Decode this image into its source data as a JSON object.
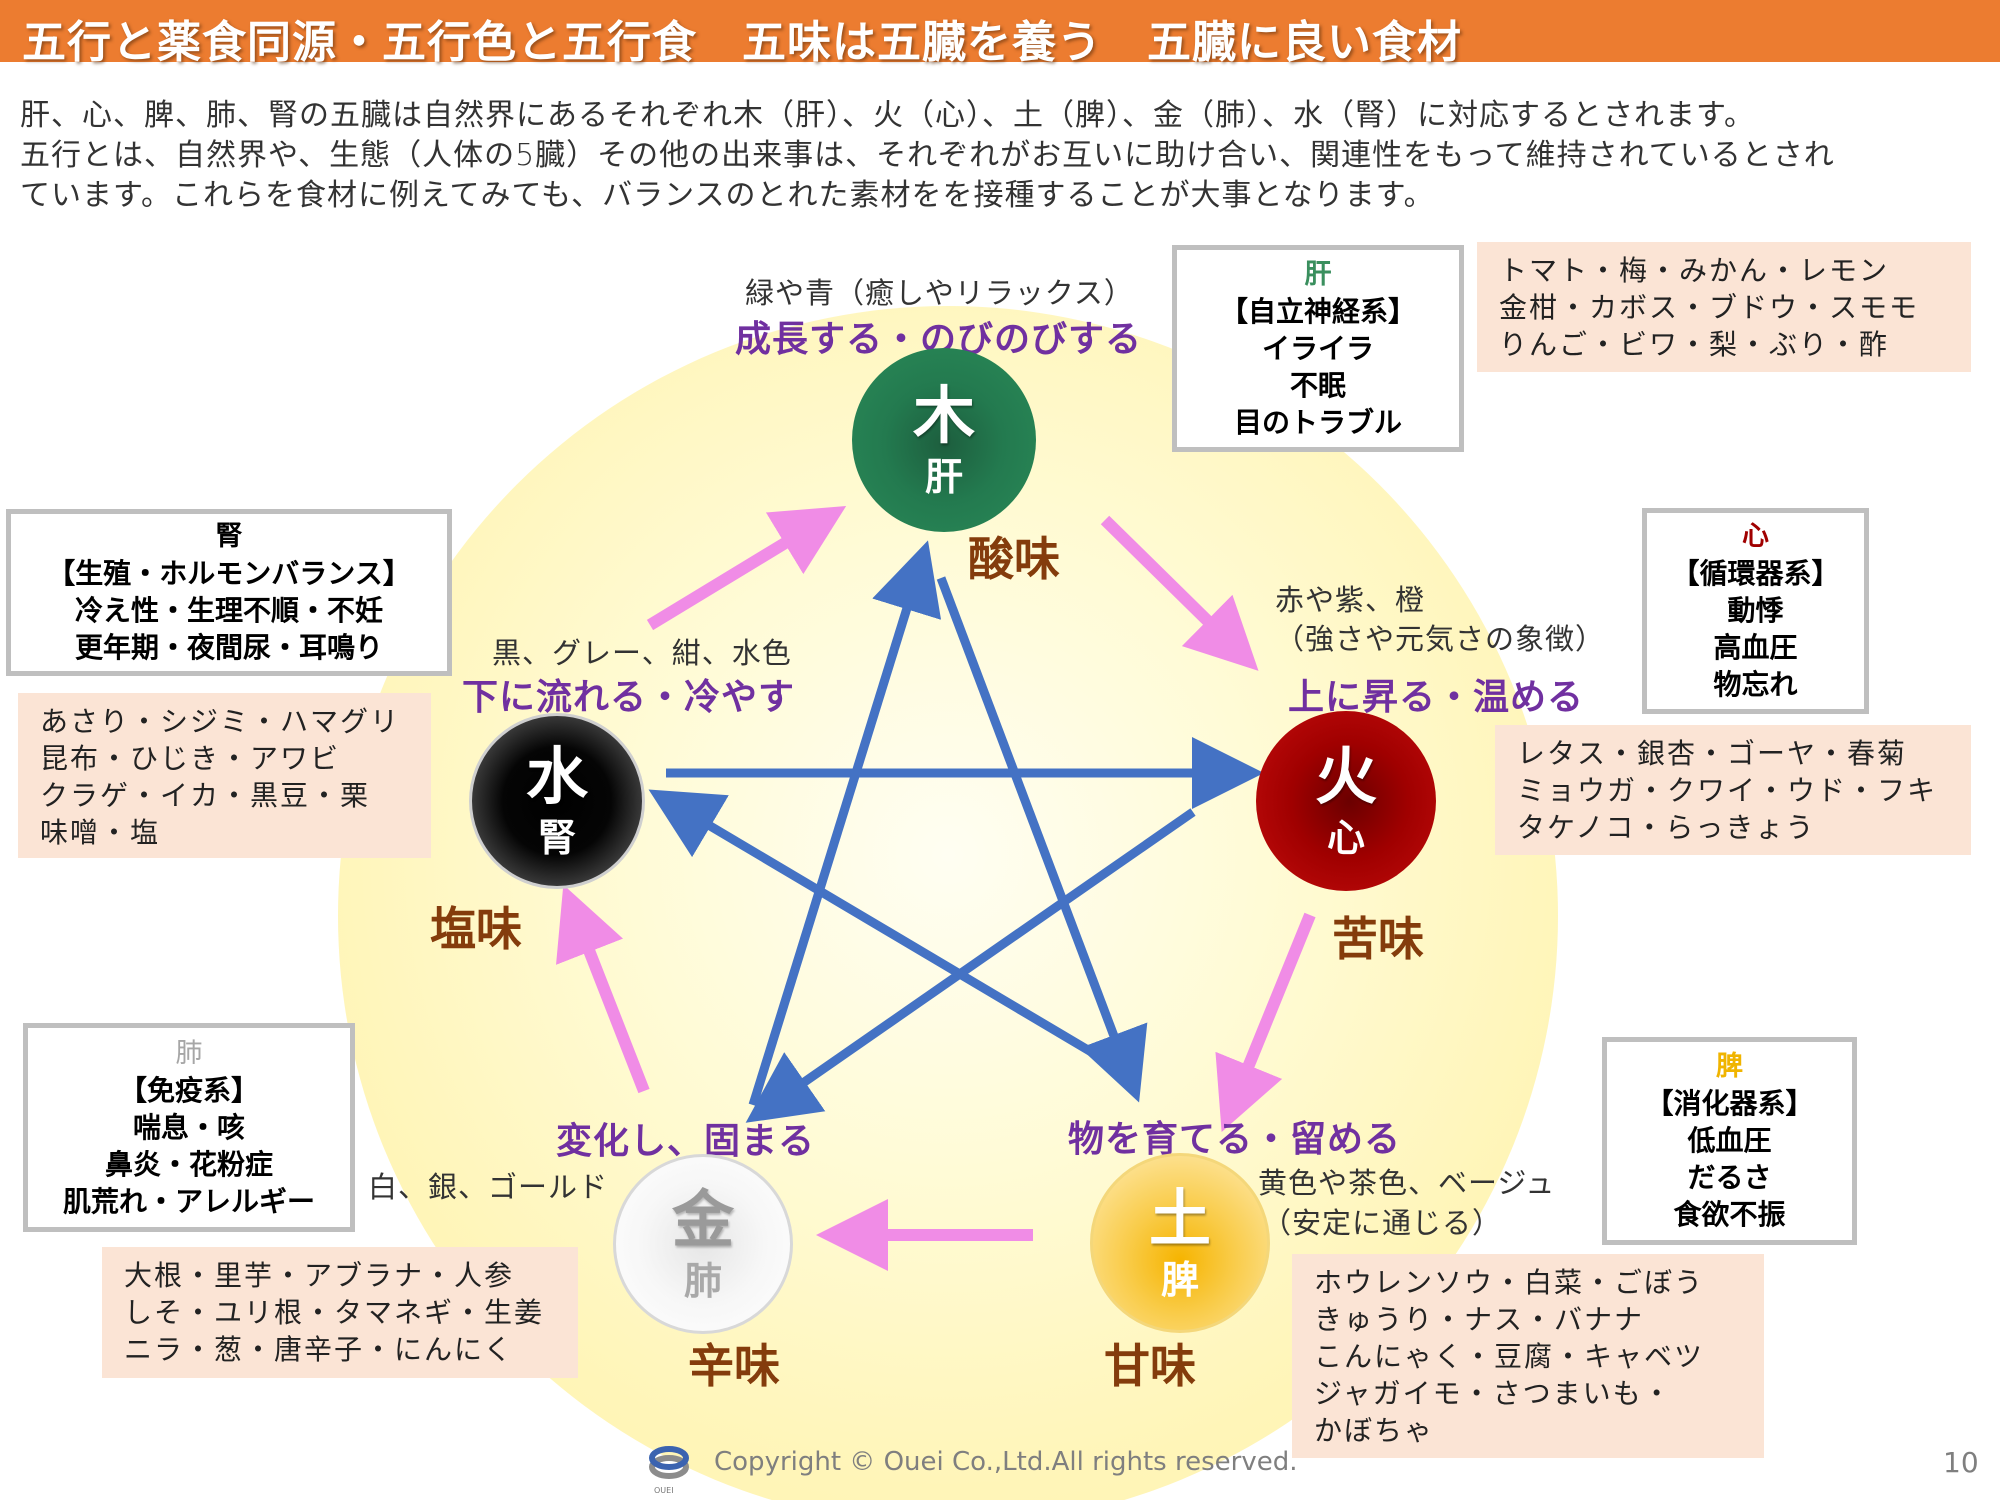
{
  "header": {
    "title": "五行と薬食同源・五行色と五行食　五味は五臓を養う　五臓に良い食材",
    "color": "#ec7c30"
  },
  "intro": {
    "lines": [
      "肝、心、脾、肺、腎の五臓は自然界にあるそれぞれ木（肝）、火（心）、土（脾）、金（肺）、水（腎）に対応するとされます。",
      "五行とは、自然界や、生態（人体の5臓）その他の出来事は、それぞれがお互いに助け合い、関連性をもって維持されているとされ",
      "ています。これらを食材に例えてみても、バランスのとれた素材をを接種することが大事となります。"
    ]
  },
  "elements": {
    "wood": {
      "element": "木",
      "organ": "肝",
      "taste": "酸味",
      "color_note": "緑や青（癒しやリラックス）",
      "action": "成長する・のびのびする",
      "circle_color": "#237a4f",
      "symptoms": {
        "organ": "肝",
        "organ_color": "#3a8f5e",
        "lines": [
          "【自立神経系】",
          "イライラ",
          "不眠",
          "目のトラブル"
        ]
      },
      "foods": [
        "トマト・梅・みかん・レモン",
        "金柑・カボス・ブドウ・スモモ",
        "りんご・ビワ・梨・ぶり・酢"
      ]
    },
    "fire": {
      "element": "火",
      "organ": "心",
      "taste": "苦味",
      "color_note_lines": [
        "赤や紫、橙",
        "（強さや元気さの象徴）"
      ],
      "action": "上に昇る・温める",
      "circle_color": "#a00000",
      "symptoms": {
        "organ": "心",
        "organ_color": "#a00000",
        "lines": [
          "【循環器系】",
          "動悸",
          "高血圧",
          "物忘れ"
        ]
      },
      "foods": [
        "レタス・銀杏・ゴーヤ・春菊",
        "ミョウガ・クワイ・ウド・フキ",
        "タケノコ・らっきょう"
      ]
    },
    "earth": {
      "element": "土",
      "organ": "脾",
      "taste": "甘味",
      "color_note_lines": [
        "黄色や茶色、ベージュ",
        "（安定に通じる）"
      ],
      "action": "物を育てる・留める",
      "circle_color": "#f6b400",
      "symptoms": {
        "organ": "脾",
        "organ_color": "#f0b400",
        "lines": [
          "【消化器系】",
          "低血圧",
          "だるさ",
          "食欲不振"
        ]
      },
      "foods": [
        "ホウレンソウ・白菜・ごぼう",
        "きゅうり・ナス・バナナ",
        "こんにゃく・豆腐・キャベツ",
        "ジャガイモ・さつまいも・",
        "かぼちゃ"
      ]
    },
    "metal": {
      "element": "金",
      "organ": "肺",
      "taste": "辛味",
      "color_note": "白、銀、ゴールド",
      "action": "変化し、固まる",
      "circle_color": "#f2f2f2",
      "symptoms": {
        "organ": "肺",
        "organ_color": "#a6a6a6",
        "lines": [
          "【免疫系】",
          "喘息・咳",
          "鼻炎・花粉症",
          "肌荒れ・アレルギー"
        ]
      },
      "foods": [
        "大根・里芋・アブラナ・人参",
        "しそ・ユリ根・タマネギ・生姜",
        "ニラ・葱・唐辛子・にんにく"
      ]
    },
    "water": {
      "element": "水",
      "organ": "腎",
      "taste": "塩味",
      "color_note": "黒、グレー、紺、水色",
      "action": "下に流れる・冷やす",
      "circle_color": "#000000",
      "symptoms": {
        "organ": "腎",
        "organ_color": "#000000",
        "lines": [
          "【生殖・ホルモンバランス】",
          "冷え性・生理不順・不妊",
          "更年期・夜間尿・耳鳴り"
        ]
      },
      "foods": [
        "あさり・シジミ・ハマグリ",
        "昆布・ひじき・アワビ",
        "クラゲ・イカ・黒豆・栗",
        "味噌・塩"
      ]
    }
  },
  "cycles": {
    "generating_color": "#f08ce6",
    "controlling_color": "#4472c4"
  },
  "footer": {
    "logo_text": "OUEI",
    "copyright": "Copyright © Ouei Co.,Ltd.All rights reserved.",
    "page_number": "10"
  }
}
